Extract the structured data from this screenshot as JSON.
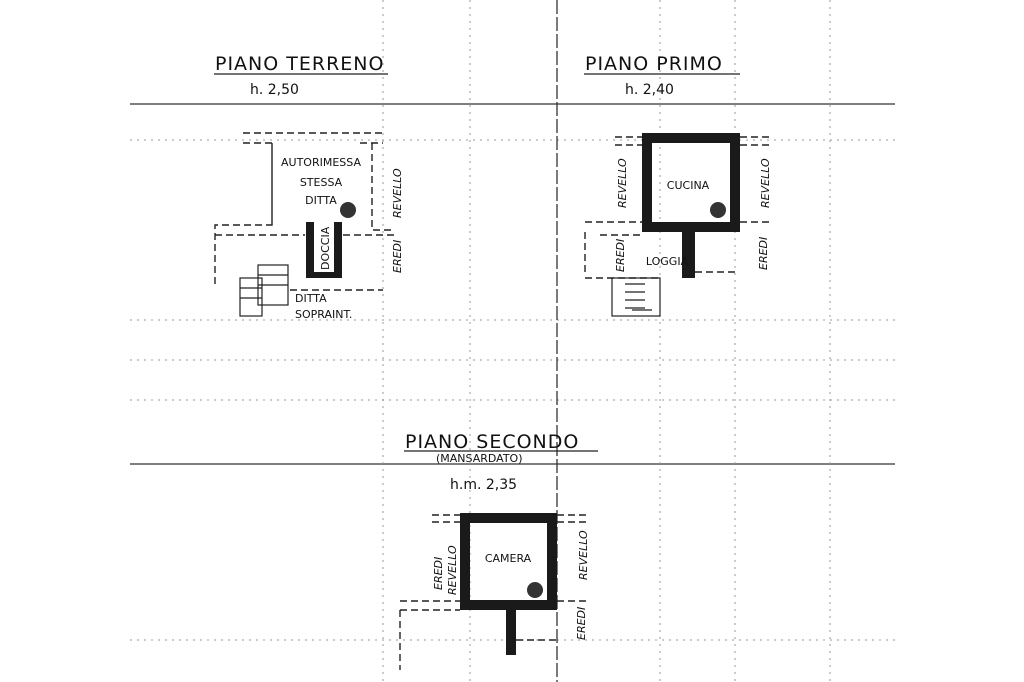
{
  "plans": {
    "ground": {
      "title": "PIANO TERRENO",
      "height": "h. 2,50",
      "rooms": {
        "garage_1": "AUTORIMESSA",
        "garage_2": "STESSA",
        "garage_3": "DITTA",
        "shower": "DOCCIA"
      },
      "neighbor_1": "DITTA",
      "neighbor_2": "SOPRAINT.",
      "side_right_1": "REVELLO",
      "side_right_2": "EREDI"
    },
    "first": {
      "title": "PIANO PRIMO",
      "height": "h. 2,40",
      "rooms": {
        "kitchen": "CUCINA",
        "loggia": "LOGGIA"
      },
      "side_left_1": "REVELLO",
      "side_left_2": "EREDI",
      "side_right_1": "REVELLO",
      "side_right_2": "EREDI"
    },
    "second": {
      "title": "PIANO SECONDO",
      "subtitle": "(MANSARDATO)",
      "height": "h.m. 2,35",
      "rooms": {
        "bedroom": "CAMERA"
      },
      "side_left_1": "EREDI",
      "side_left_2": "REVELLO",
      "side_right_1": "REVELLO",
      "side_right_2": "EREDI"
    }
  }
}
